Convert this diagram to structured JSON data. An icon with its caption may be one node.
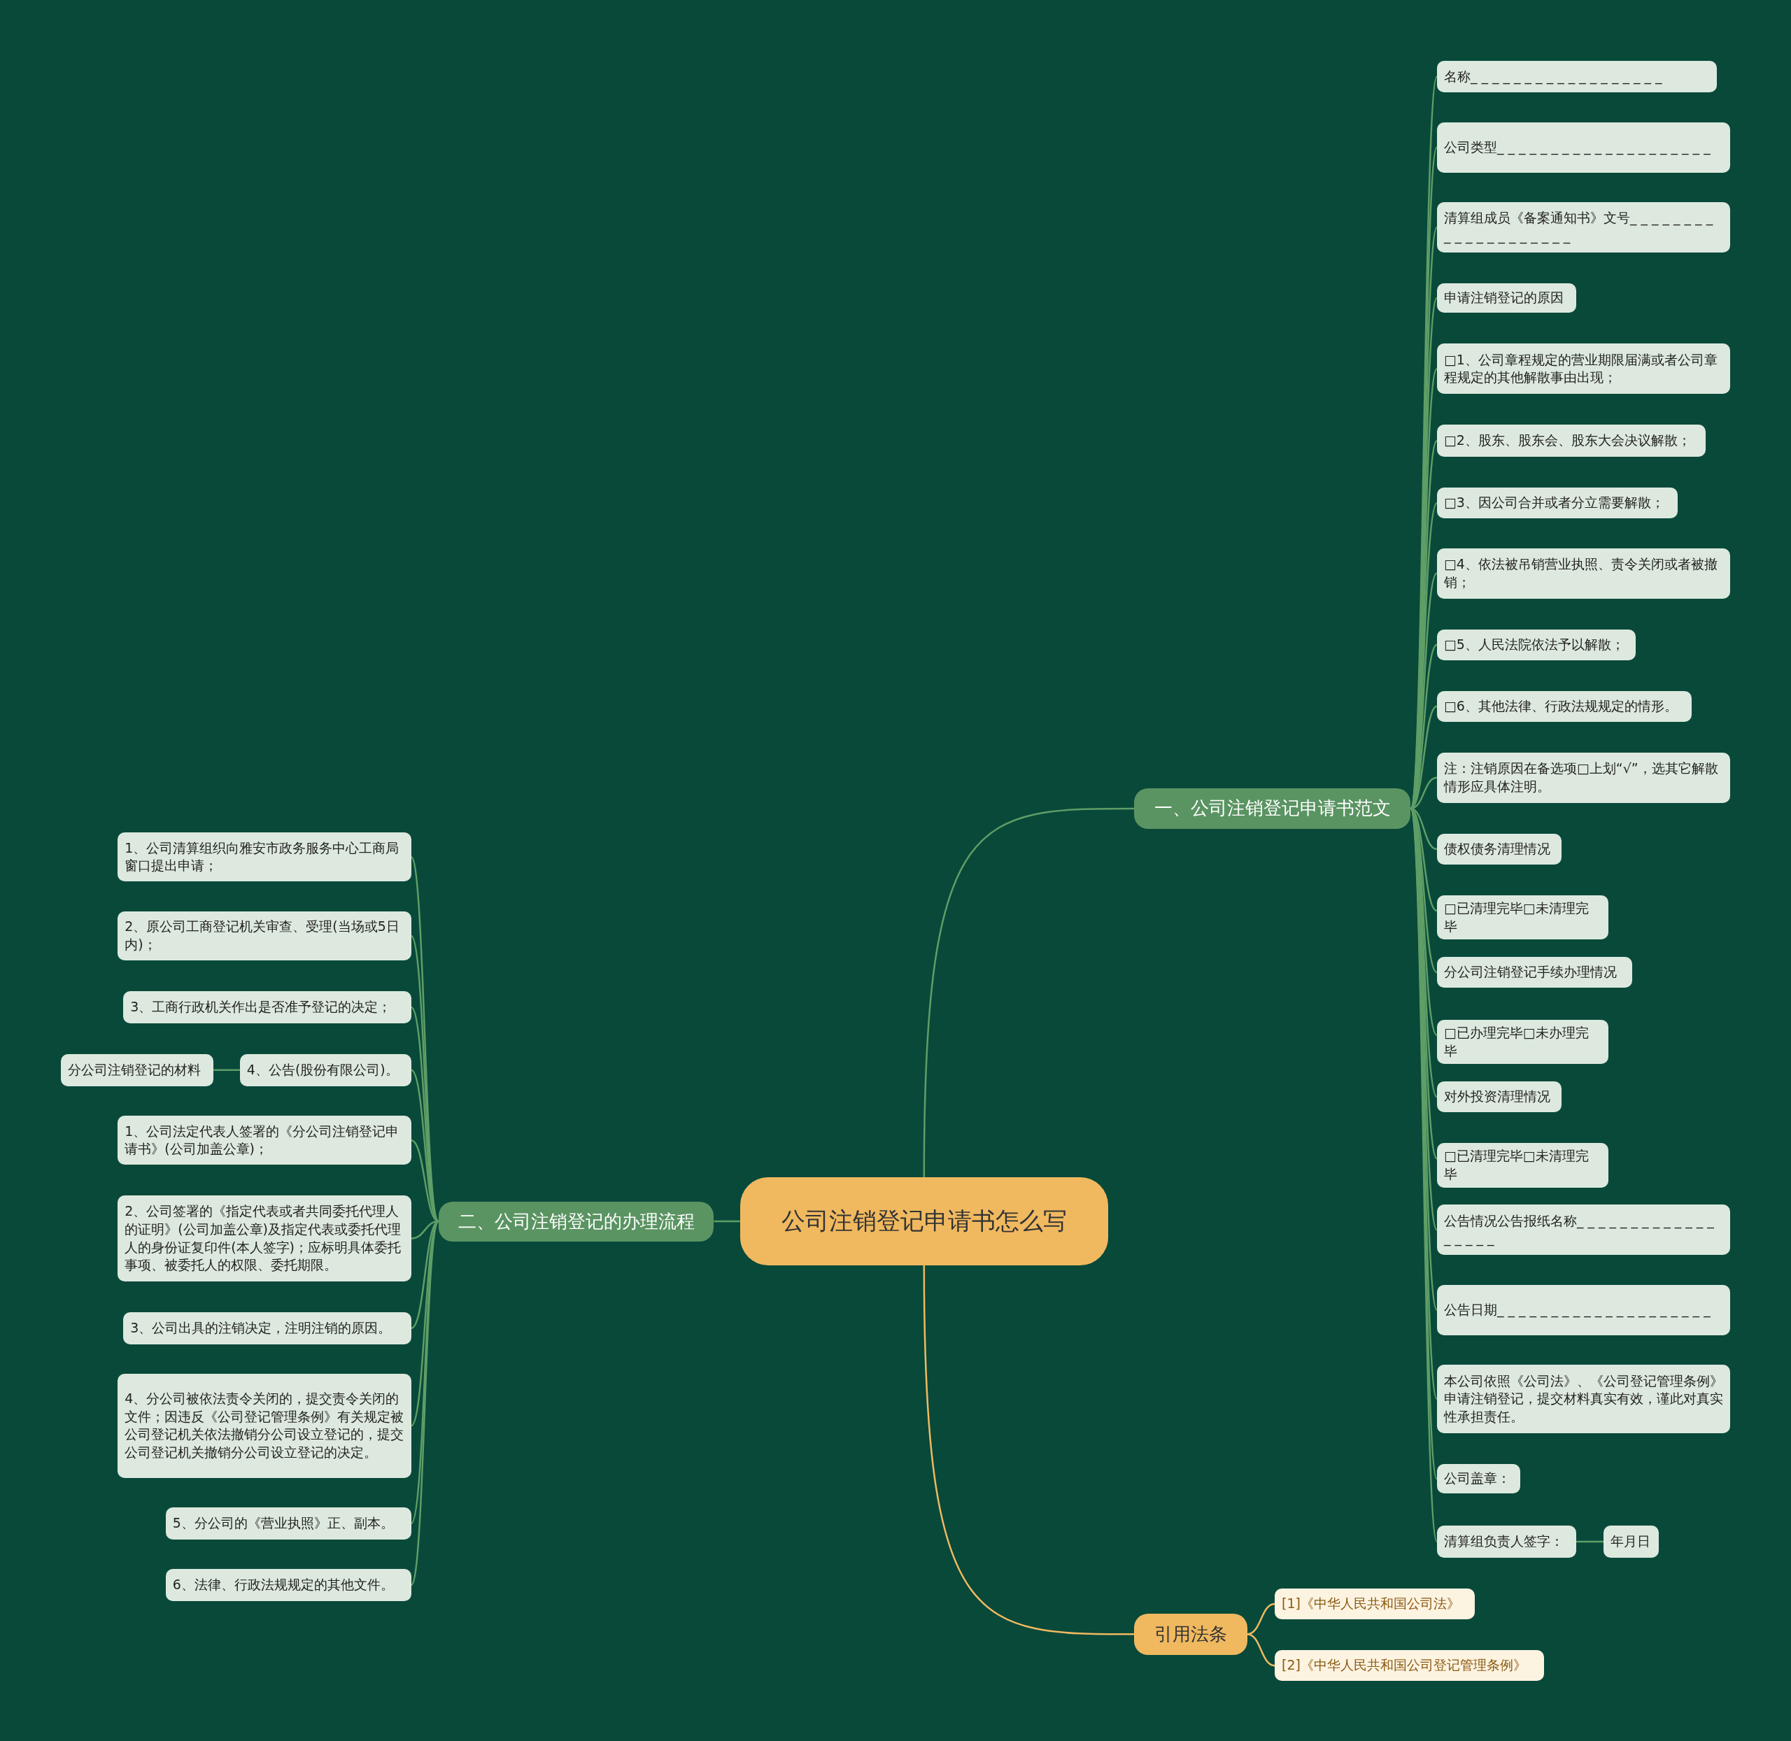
{
  "diagram": {
    "nodes": [
      {
        "text": [
          "公司注销登记申请书怎么写"
        ]
      },
      {
        "text": [
          "一、公司注销登记申请书范文"
        ]
      },
      {
        "text": [
          "名称_ _ _ _ _ _ _ _ _ _ _ _ _ _ _ _ _ _"
        ]
      },
      {
        "text": [
          "公司类型_ _ _ _ _ _ _ _ _ _ _ _ _ _ _ _ _ _ _ _"
        ]
      },
      {
        "text": [
          "清算组成员《备案通知书》文号_ _ _ _ _ _ _ _ _ _ _ _ _ _ _ _ _ _ _ _"
        ]
      },
      {
        "text": [
          "申请注销登记的原因"
        ]
      },
      {
        "text": [
          "□1、公司章程规定的营业期限届满或者公司章程规定的其他解散事由出现；"
        ]
      },
      {
        "text": [
          "□2、股东、股东会、股东大会决议解散；"
        ]
      },
      {
        "text": [
          "□3、因公司合并或者分立需要解散；"
        ]
      },
      {
        "text": [
          "□4、依法被吊销营业执照、责令关闭或者被撤销；"
        ]
      },
      {
        "text": [
          "□5、人民法院依法予以解散；"
        ]
      },
      {
        "text": [
          "□6、其他法律、行政法规规定的情形。"
        ]
      },
      {
        "text": [
          "注：注销原因在备选项□上划“√”，选其它解散情形应具体注明。"
        ]
      },
      {
        "text": [
          "债权债务清理情况"
        ]
      },
      {
        "text": [
          "□已清理完毕□未清理完毕"
        ]
      },
      {
        "text": [
          "分公司注销登记手续办理情况"
        ]
      },
      {
        "text": [
          "□已办理完毕□未办理完毕"
        ]
      },
      {
        "text": [
          "对外投资清理情况"
        ]
      },
      {
        "text": [
          "□已清理完毕□未清理完毕"
        ]
      },
      {
        "text": [
          "公告情况公告报纸名称_ _ _ _ _ _ _ _ _ _ _ _ _ _ _ _ _ _"
        ]
      },
      {
        "text": [
          "公告日期_ _ _ _ _ _ _ _ _ _ _ _ _ _ _ _ _ _ _ _"
        ]
      },
      {
        "text": [
          "本公司依照《公司法》、《公司登记管理条例》申请注销登记，提交材料真实有效，谨此对真实性承担责任。"
        ]
      },
      {
        "text": [
          "公司盖章："
        ]
      },
      {
        "text": [
          "清算组负责人签字："
        ]
      },
      {
        "text": [
          "年月日"
        ]
      },
      {
        "text": [
          "二、公司注销登记的办理流程"
        ]
      },
      {
        "text": [
          "1、公司清算组织向雅安市政务服务中心工商局窗口提出申请；"
        ]
      },
      {
        "text": [
          "2、原公司工商登记机关审查、受理(当场或5日内)；"
        ]
      },
      {
        "text": [
          "3、工商行政机关作出是否准予登记的决定；"
        ]
      },
      {
        "text": [
          "4、公告(股份有限公司)。"
        ]
      },
      {
        "text": [
          "分公司注销登记的材料"
        ]
      },
      {
        "text": [
          "1、公司法定代表人签署的《分公司注销登记申请书》(公司加盖公章)；"
        ]
      },
      {
        "text": [
          "2、公司签署的《指定代表或者共同委托代理人的证明》(公司加盖公章)及指定代表或委托代理人的身份证复印件(本人签字)；应标明具体委托事项、被委托人的权限、委托期限。"
        ]
      },
      {
        "text": [
          "3、公司出具的注销决定，注明注销的原因。"
        ]
      },
      {
        "text": [
          "4、分公司被依法责令关闭的，提交责令关闭的文件；因违反《公司登记管理条例》有关规定被公司登记机关依法撤销分公司设立登记的，提交公司登记机关撤销分公司设立登记的决定。"
        ]
      },
      {
        "text": [
          "5、分公司的《营业执照》正、副本。"
        ]
      },
      {
        "text": [
          "6、法律、行政法规规定的其他文件。"
        ]
      },
      {
        "text": [
          "引用法条"
        ]
      },
      {
        "text": [
          "[1]《中华人民共和国公司法》"
        ]
      },
      {
        "text": [
          "[2]《中华人民共和国公司登记管理条例》"
        ]
      }
    ],
    "edges": [
      {
        "from": 0,
        "to": 1,
        "arrow": "none"
      },
      {
        "from": 1,
        "to": 2,
        "arrow": "none"
      },
      {
        "from": 1,
        "to": 3,
        "arrow": "none"
      },
      {
        "from": 1,
        "to": 4,
        "arrow": "none"
      },
      {
        "from": 1,
        "to": 5,
        "arrow": "none"
      },
      {
        "from": 1,
        "to": 6,
        "arrow": "none"
      },
      {
        "from": 1,
        "to": 7,
        "arrow": "none"
      },
      {
        "from": 1,
        "to": 8,
        "arrow": "none"
      },
      {
        "from": 1,
        "to": 9,
        "arrow": "none"
      },
      {
        "from": 1,
        "to": 10,
        "arrow": "none"
      },
      {
        "from": 1,
        "to": 11,
        "arrow": "none"
      },
      {
        "from": 1,
        "to": 12,
        "arrow": "none"
      },
      {
        "from": 1,
        "to": 13,
        "arrow": "none"
      },
      {
        "from": 1,
        "to": 14,
        "arrow": "none"
      },
      {
        "from": 1,
        "to": 15,
        "arrow": "none"
      },
      {
        "from": 1,
        "to": 16,
        "arrow": "none"
      },
      {
        "from": 1,
        "to": 17,
        "arrow": "none"
      },
      {
        "from": 1,
        "to": 18,
        "arrow": "none"
      },
      {
        "from": 1,
        "to": 19,
        "arrow": "none"
      },
      {
        "from": 1,
        "to": 20,
        "arrow": "none"
      },
      {
        "from": 1,
        "to": 21,
        "arrow": "none"
      },
      {
        "from": 1,
        "to": 22,
        "arrow": "none"
      },
      {
        "from": 1,
        "to": 23,
        "arrow": "none"
      },
      {
        "from": 23,
        "to": 24,
        "arrow": "none"
      },
      {
        "from": 0,
        "to": 25,
        "arrow": "none"
      },
      {
        "from": 25,
        "to": 26,
        "arrow": "none"
      },
      {
        "from": 25,
        "to": 27,
        "arrow": "none"
      },
      {
        "from": 25,
        "to": 28,
        "arrow": "none"
      },
      {
        "from": 25,
        "to": 29,
        "arrow": "none"
      },
      {
        "from": 29,
        "to": 30,
        "arrow": "none"
      },
      {
        "from": 25,
        "to": 31,
        "arrow": "none"
      },
      {
        "from": 25,
        "to": 32,
        "arrow": "none"
      },
      {
        "from": 25,
        "to": 33,
        "arrow": "none"
      },
      {
        "from": 25,
        "to": 34,
        "arrow": "none"
      },
      {
        "from": 25,
        "to": 35,
        "arrow": "none"
      },
      {
        "from": 25,
        "to": 36,
        "arrow": "none"
      },
      {
        "from": 0,
        "to": 37,
        "arrow": "none",
        "color": "#f0b960"
      },
      {
        "from": 37,
        "to": 38,
        "arrow": "none",
        "color": "#f0b960"
      },
      {
        "from": 37,
        "to": 39,
        "arrow": "none",
        "color": "#f0b960"
      }
    ]
  }
}
